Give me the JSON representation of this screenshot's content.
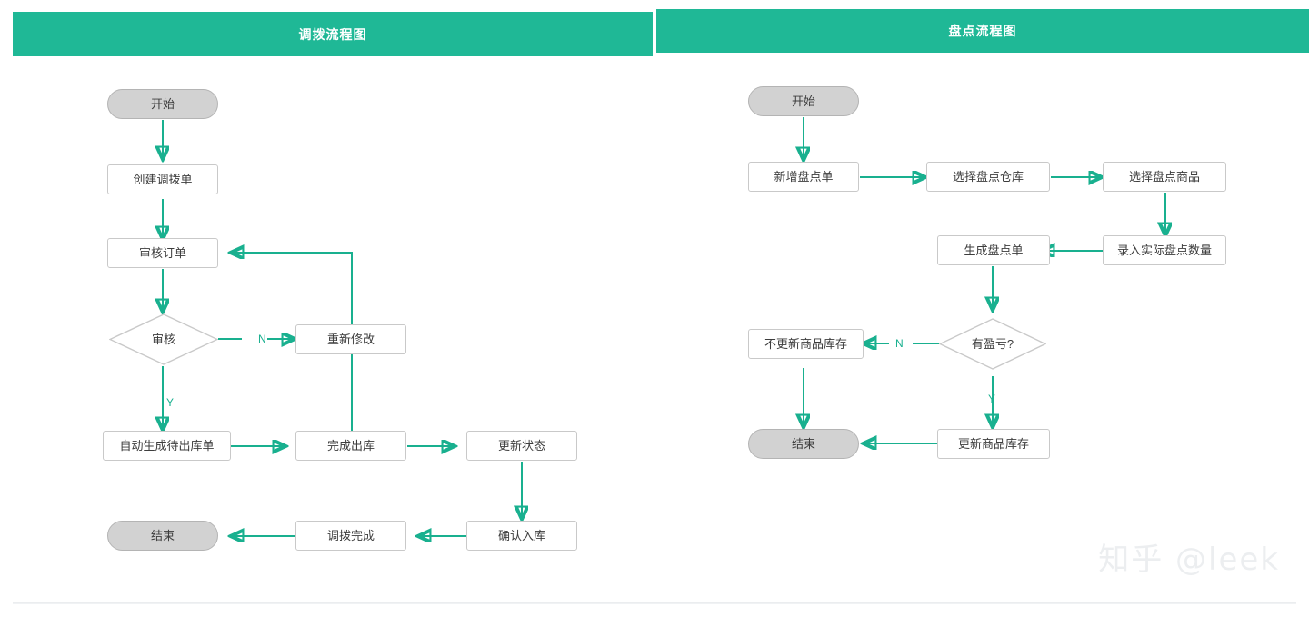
{
  "colors": {
    "header_teal": "#1fb896",
    "edge_green": "#19b08f",
    "terminal_gray": "#d2d2d2",
    "node_border": "#c9c9c9",
    "text": "#3d3d3d",
    "watermark": "#eceef0"
  },
  "watermark": {
    "text": "知乎 @leek"
  },
  "panels": [
    {
      "id": "transfer",
      "title": "调拨流程图",
      "nodes": [
        {
          "key": "start",
          "label": "开始",
          "type": "terminal"
        },
        {
          "key": "create",
          "label": "创建调拨单",
          "type": "process"
        },
        {
          "key": "review",
          "label": "审核订单",
          "type": "process"
        },
        {
          "key": "decide",
          "label": "审核",
          "type": "decision"
        },
        {
          "key": "modify",
          "label": "重新修改",
          "type": "process"
        },
        {
          "key": "autogen",
          "label": "自动生成待出库单",
          "type": "process"
        },
        {
          "key": "outbound",
          "label": "完成出库",
          "type": "process"
        },
        {
          "key": "status",
          "label": "更新状态",
          "type": "process"
        },
        {
          "key": "inbound",
          "label": "确认入库",
          "type": "process"
        },
        {
          "key": "done",
          "label": "调拨完成",
          "type": "process"
        },
        {
          "key": "end",
          "label": "结束",
          "type": "terminal"
        }
      ],
      "edge_labels": [
        {
          "key": "no",
          "label": "N"
        },
        {
          "key": "yes",
          "label": "Y"
        }
      ]
    },
    {
      "id": "stocktake",
      "title": "盘点流程图",
      "nodes": [
        {
          "key": "start",
          "label": "开始",
          "type": "terminal"
        },
        {
          "key": "addsheet",
          "label": "新增盘点单",
          "type": "process"
        },
        {
          "key": "pickwh",
          "label": "选择盘点仓库",
          "type": "process"
        },
        {
          "key": "pickgoods",
          "label": "选择盘点商品",
          "type": "process"
        },
        {
          "key": "inputqty",
          "label": "录入实际盘点数量",
          "type": "process"
        },
        {
          "key": "gensheet",
          "label": "生成盘点单",
          "type": "process"
        },
        {
          "key": "decide",
          "label": "有盈亏?",
          "type": "decision"
        },
        {
          "key": "noupdate",
          "label": "不更新商品库存",
          "type": "process"
        },
        {
          "key": "update",
          "label": "更新商品库存",
          "type": "process"
        },
        {
          "key": "end",
          "label": "结束",
          "type": "terminal"
        }
      ],
      "edge_labels": [
        {
          "key": "no",
          "label": "N"
        },
        {
          "key": "yes",
          "label": "Y"
        }
      ]
    }
  ],
  "chart_data": {
    "type": "diagram",
    "subtype": "flowchart",
    "charts": [
      {
        "title": "调拨流程图",
        "nodes": [
          "开始",
          "创建调拨单",
          "审核订单",
          "审核",
          "重新修改",
          "自动生成待出库单",
          "完成出库",
          "更新状态",
          "确认入库",
          "调拨完成",
          "结束"
        ],
        "edges": [
          {
            "from": "开始",
            "to": "创建调拨单",
            "label": ""
          },
          {
            "from": "创建调拨单",
            "to": "审核订单",
            "label": ""
          },
          {
            "from": "审核订单",
            "to": "审核",
            "label": ""
          },
          {
            "from": "审核",
            "to": "重新修改",
            "label": "N"
          },
          {
            "from": "重新修改",
            "to": "审核订单",
            "label": ""
          },
          {
            "from": "审核",
            "to": "自动生成待出库单",
            "label": "Y"
          },
          {
            "from": "自动生成待出库单",
            "to": "完成出库",
            "label": ""
          },
          {
            "from": "完成出库",
            "to": "更新状态",
            "label": ""
          },
          {
            "from": "更新状态",
            "to": "确认入库",
            "label": ""
          },
          {
            "from": "确认入库",
            "to": "调拨完成",
            "label": ""
          },
          {
            "from": "调拨完成",
            "to": "结束",
            "label": ""
          }
        ]
      },
      {
        "title": "盘点流程图",
        "nodes": [
          "开始",
          "新增盘点单",
          "选择盘点仓库",
          "选择盘点商品",
          "录入实际盘点数量",
          "生成盘点单",
          "有盈亏?",
          "不更新商品库存",
          "更新商品库存",
          "结束"
        ],
        "edges": [
          {
            "from": "开始",
            "to": "新增盘点单",
            "label": ""
          },
          {
            "from": "新增盘点单",
            "to": "选择盘点仓库",
            "label": ""
          },
          {
            "from": "选择盘点仓库",
            "to": "选择盘点商品",
            "label": ""
          },
          {
            "from": "选择盘点商品",
            "to": "录入实际盘点数量",
            "label": ""
          },
          {
            "from": "录入实际盘点数量",
            "to": "生成盘点单",
            "label": ""
          },
          {
            "from": "生成盘点单",
            "to": "有盈亏?",
            "label": ""
          },
          {
            "from": "有盈亏?",
            "to": "不更新商品库存",
            "label": "N"
          },
          {
            "from": "有盈亏?",
            "to": "更新商品库存",
            "label": "Y"
          },
          {
            "from": "不更新商品库存",
            "to": "结束",
            "label": ""
          },
          {
            "from": "更新商品库存",
            "to": "结束",
            "label": ""
          }
        ]
      }
    ]
  }
}
